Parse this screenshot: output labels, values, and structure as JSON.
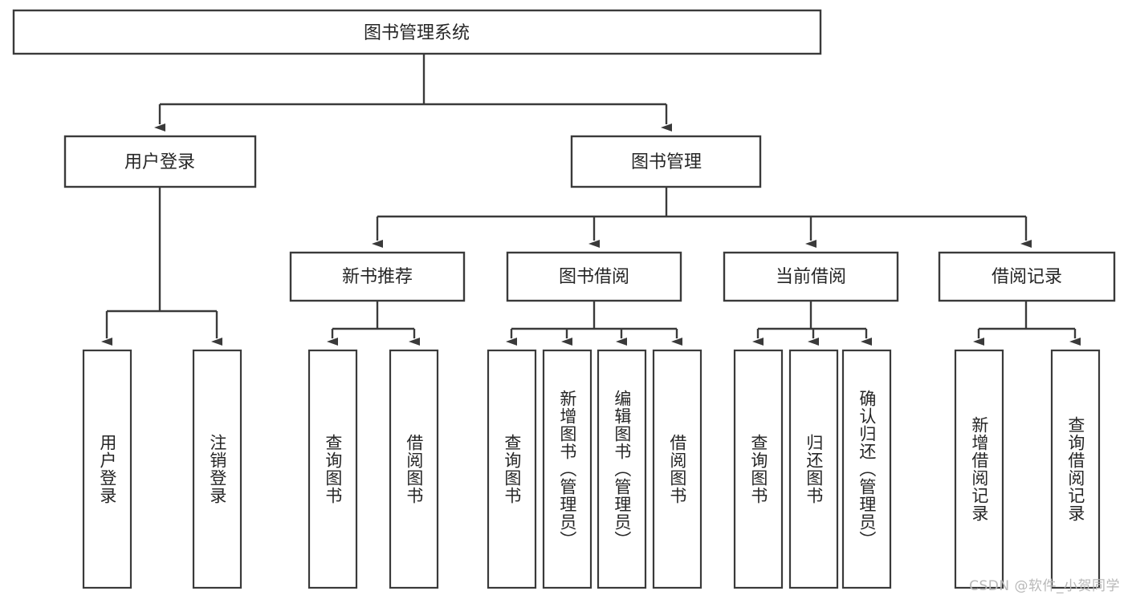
{
  "diagram": {
    "title": "图书管理系统",
    "watermark": "CSDN @软件_小贺同学",
    "root": {
      "label": "图书管理系统"
    },
    "level2": [
      {
        "label": "用户登录"
      },
      {
        "label": "图书管理"
      }
    ],
    "level3": [
      {
        "label": "新书推荐"
      },
      {
        "label": "图书借阅"
      },
      {
        "label": "当前借阅"
      },
      {
        "label": "借阅记录"
      }
    ],
    "leaves": {
      "user_login": [
        {
          "label": "用户登录"
        },
        {
          "label": "注销登录"
        }
      ],
      "new_book_recommend": [
        {
          "label": "查询图书"
        },
        {
          "label": "借阅图书"
        }
      ],
      "book_borrow": [
        {
          "label": "查询图书"
        },
        {
          "label": "新增图书（管理员）"
        },
        {
          "label": "编辑图书（管理员）"
        },
        {
          "label": "借阅图书"
        }
      ],
      "current_borrow": [
        {
          "label": "查询图书"
        },
        {
          "label": "归还图书"
        },
        {
          "label": "确认归还（管理员）"
        }
      ],
      "borrow_records": [
        {
          "label": "新增借阅记录"
        },
        {
          "label": "查询借阅记录"
        }
      ]
    },
    "colors": {
      "stroke": "#3a3a3a",
      "box_fill": "#ffffff",
      "text": "#262626",
      "watermark": "#b8b8b8"
    }
  }
}
